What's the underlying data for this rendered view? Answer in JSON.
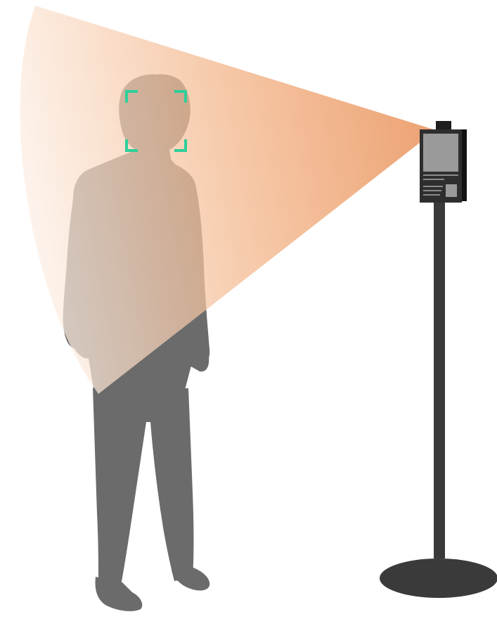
{
  "scene": {
    "subject": "person-silhouette",
    "device": "face-recognition-kiosk-on-stand",
    "beam": "camera-field-of-view-cone",
    "face_detection": "face-bounding-box-corners"
  },
  "colors": {
    "background": "#ffffff",
    "silhouette": "#6b6b6b",
    "beam_strong": "#e8884a",
    "beam_fade": "#fbe3d2",
    "detection_box": "#2ecf9a",
    "kiosk_body": "#2e2e2e",
    "kiosk_screen": "#9a9a9a",
    "stand": "#3a3a3a"
  }
}
